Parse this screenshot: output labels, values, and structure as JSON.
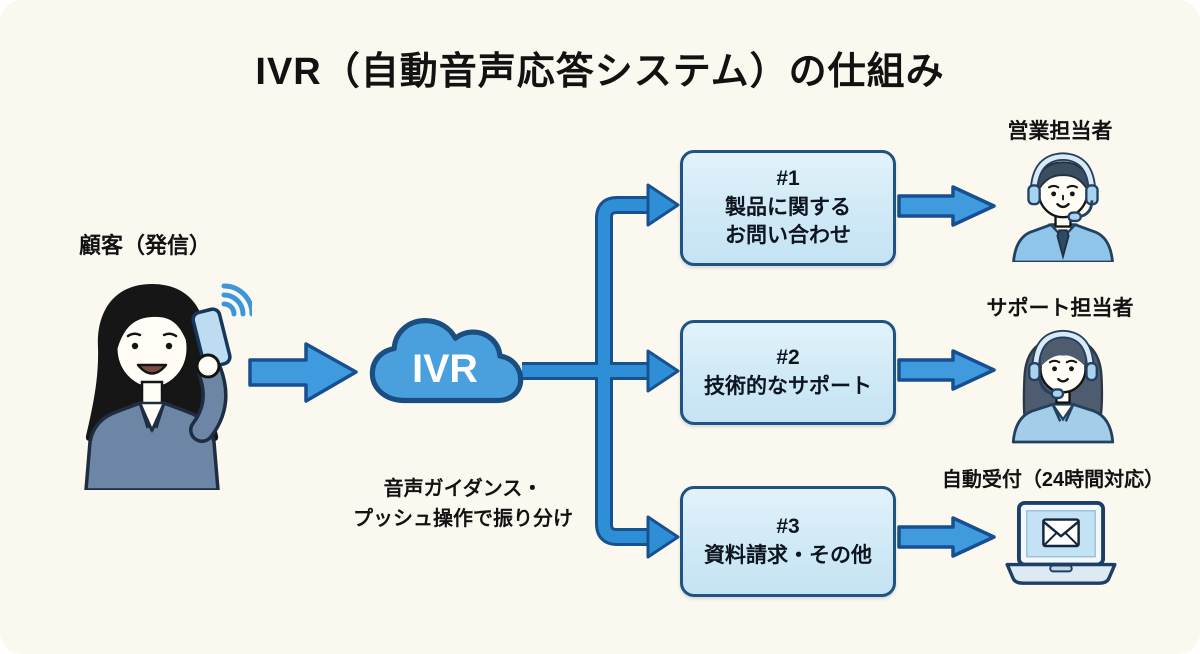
{
  "title": "IVR（自動音声応答システム）の仕組み",
  "caller": {
    "label": "顧客（発信）",
    "icon": "woman-on-phone-icon"
  },
  "ivr": {
    "label": "IVR",
    "icon": "cloud-icon",
    "note_line1": "音声ガイダンス・",
    "note_line2": "プッシュ操作で振り分け"
  },
  "branches": [
    {
      "number": "#1",
      "line1": "製品に関する",
      "line2": "お問い合わせ",
      "destination": "営業担当者",
      "destination_icon": "male-agent-headset-icon"
    },
    {
      "number": "#2",
      "line1": "技術的なサポート",
      "line2": "",
      "destination": "サポート担当者",
      "destination_icon": "female-agent-headset-icon"
    },
    {
      "number": "#3",
      "line1": "資料請求・その他",
      "line2": "",
      "destination": "自動受付（24時間対応）",
      "destination_icon": "laptop-email-icon"
    }
  ],
  "colors": {
    "background": "#fbf8ef",
    "arrow_fill": "#3f9ade",
    "arrow_outline": "#17518f",
    "box_fill": "#cfe9f6",
    "box_border": "#1e5382",
    "cloud_fill": "#4aa0dc",
    "cloud_outline": "#1b4e80",
    "text": "#121212"
  }
}
